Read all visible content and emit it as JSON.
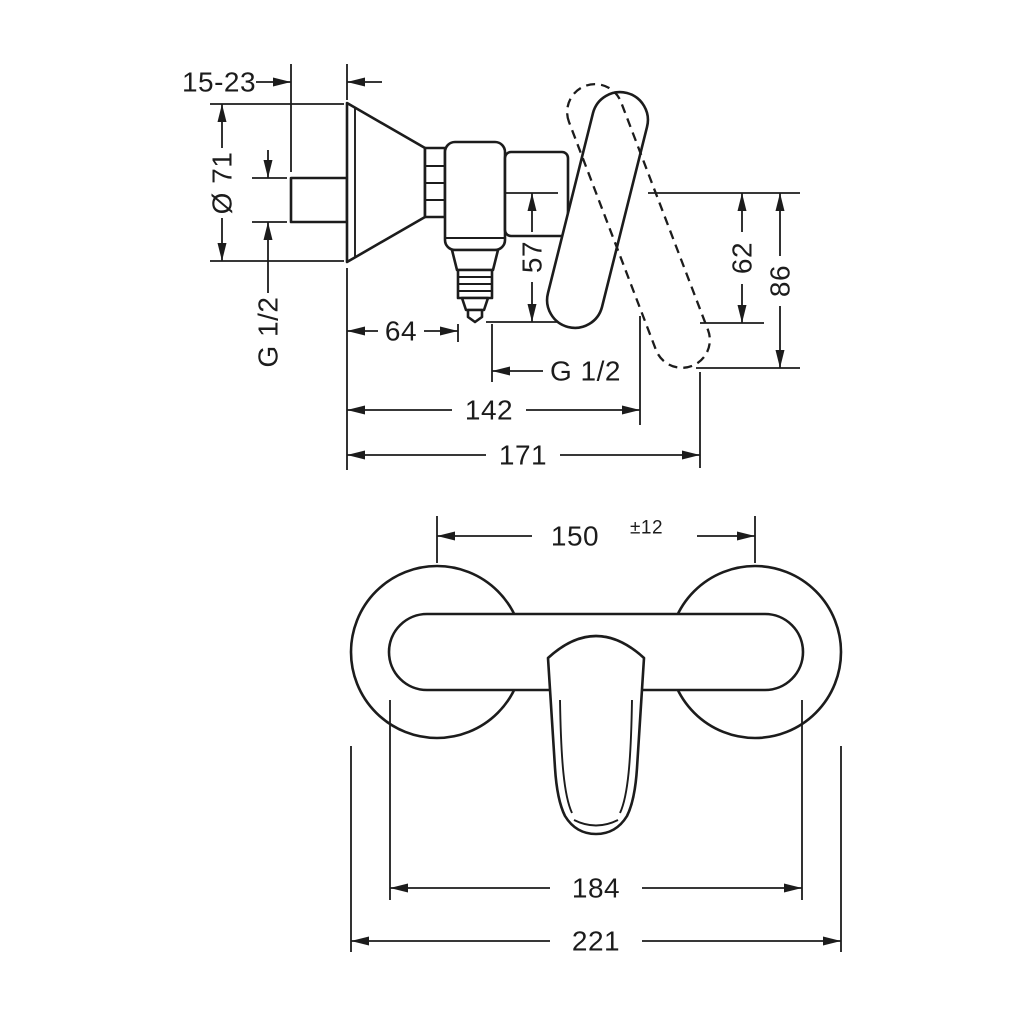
{
  "colors": {
    "line": "#1c1c1c",
    "background": "#ffffff"
  },
  "side_view": {
    "wall_depth": "15-23",
    "escutcheon_diameter": "Ø 71",
    "inlet_thread": "G 1/2",
    "outlet_offset": "64",
    "outlet_height": "57",
    "outlet_thread": "G 1/2",
    "length_body": "142",
    "length_overall": "171",
    "height_to_spout": "62",
    "height_overall": "86"
  },
  "front_view": {
    "connection_centers": "150",
    "connection_tolerance": "±12",
    "width_body": "184",
    "width_overall": "221"
  }
}
